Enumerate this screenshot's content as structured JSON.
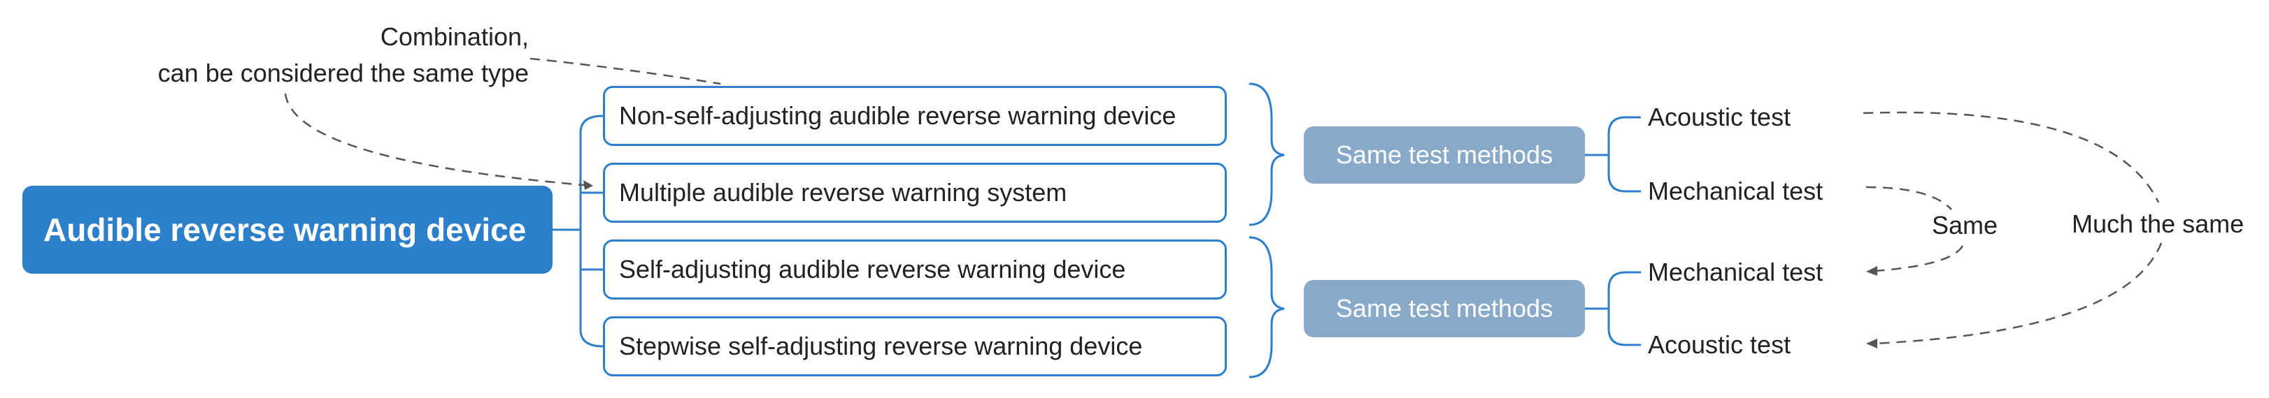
{
  "root": {
    "label": "Audible reverse warning device"
  },
  "devices": [
    {
      "label": "Non-self-adjusting audible reverse warning device"
    },
    {
      "label": "Multiple audible reverse warning system"
    },
    {
      "label": "Self-adjusting audible reverse warning device"
    },
    {
      "label": "Stepwise self-adjusting reverse warning device"
    }
  ],
  "groups": [
    {
      "method": "Same test methods",
      "tests": [
        "Acoustic test",
        "Mechanical test"
      ]
    },
    {
      "method": "Same test methods",
      "tests": [
        "Mechanical test",
        "Acoustic test"
      ]
    }
  ],
  "annotations": {
    "combination_line1": "Combination,",
    "combination_line2": "can be considered the same type",
    "same": "Same",
    "much_the_same": "Much the same"
  },
  "colors": {
    "root_fill": "#2b7fcb",
    "device_border": "#2b7fcb",
    "method_fill": "#89a9c8",
    "connector": "#2b7fcb",
    "dashed_relation": "#555555"
  }
}
